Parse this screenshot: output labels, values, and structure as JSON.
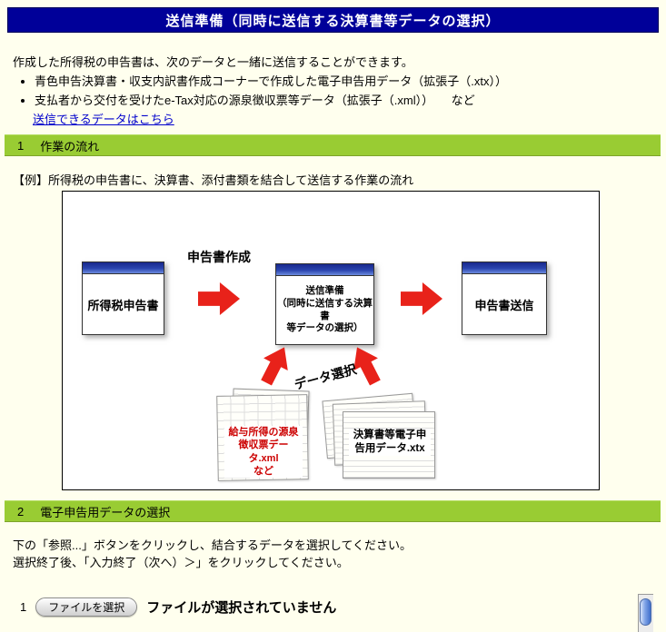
{
  "page": {
    "title": "送信準備（同時に送信する決算書等データの選択）"
  },
  "intro": {
    "line1": "作成した所得税の申告書は、次のデータと一緒に送信することができます。",
    "bullets": [
      "青色申告決算書・収支内訳書作成コーナーで作成した電子申告用データ（拡張子（.xtx））",
      "支払者から交付を受けたe-Tax対応の源泉徴収票等データ（拡張子（.xml））　　など"
    ],
    "link": "送信できるデータはこちら"
  },
  "section1": {
    "num": "1",
    "label": "作業の流れ",
    "example_caption": "【例】所得税の申告書に、決算書、添付書類を結合して送信する作業の流れ"
  },
  "diagram": {
    "box1": "所得税申告書",
    "box2": "送信準備\n（同時に送信する決算書\n等データの選択）",
    "box3": "申告書送信",
    "arrow1_label": "申告書作成",
    "data_select_label": "データ選択",
    "doc_left_label": "給与所得の源泉\n徴収票データ.xml\nなど",
    "doc_right_label": "決算書等電子申\n告用データ.xtx"
  },
  "section2": {
    "num": "2",
    "label": "電子申告用データの選択",
    "instructions": [
      "下の「参照...」ボタンをクリックし、結合するデータを選択してください。",
      "選択終了後、「入力終了（次へ）＞」をクリックしてください。"
    ]
  },
  "file_row": {
    "index": "1",
    "button_label": "ファイルを選択",
    "status": "ファイルが選択されていません"
  },
  "colors": {
    "title_bg": "#000099",
    "section_bg": "#99cc33",
    "arrow_red": "#e8221a",
    "link_blue": "#0000cc",
    "page_bg": "#ffffee"
  }
}
